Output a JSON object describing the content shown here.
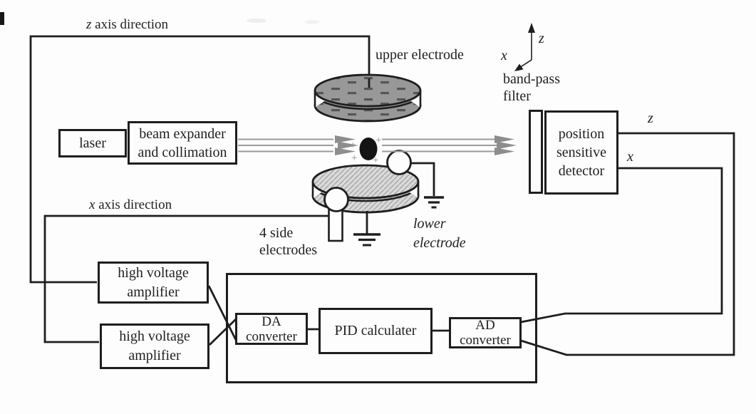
{
  "labels": {
    "z_axis_direction": {
      "var": "z",
      "rest": " axis direction"
    },
    "x_axis_direction": {
      "var": "x",
      "rest": " axis direction"
    },
    "upper_electrode": "upper electrode",
    "lower_electrode": {
      "line1": "lower",
      "line2": "electrode"
    },
    "four_side_electrodes": {
      "line1": "4 side",
      "line2": "electrodes"
    },
    "band_pass_filter": {
      "line1": "band-pass",
      "line2": "filter"
    },
    "axis_frame": {
      "z": "z",
      "x": "x"
    },
    "psd_output_z": "z",
    "psd_output_x": "x",
    "plus": "+"
  },
  "boxes": {
    "laser": {
      "label": "laser"
    },
    "beam_expander": {
      "line1": "beam expander",
      "line2": "and collimation"
    },
    "psd": {
      "line1": "position",
      "line2": "sensitive",
      "line3": "detector"
    },
    "hv_amp_1": {
      "line1": "high voltage",
      "line2": "amplifier"
    },
    "hv_amp_2": {
      "line1": "high voltage",
      "line2": "amplifier"
    },
    "da_converter": {
      "line1": "DA",
      "line2": "converter"
    },
    "pid_calculater": {
      "label": "PID calculater"
    },
    "ad_converter": {
      "line1": "AD",
      "line2": "converter"
    }
  },
  "colors": {
    "line": "#1e1e1e",
    "beam": "#9b9b9b",
    "beam_arrow": "#8d8d8d",
    "upper_disk_fill": "#989898",
    "upper_disk_speckle": "#555555",
    "lower_disk_fill": "#dadada",
    "lower_disk_hatch": "#a4a4a4",
    "particle": "#141414",
    "plus_sign": "#8c8c8c"
  }
}
